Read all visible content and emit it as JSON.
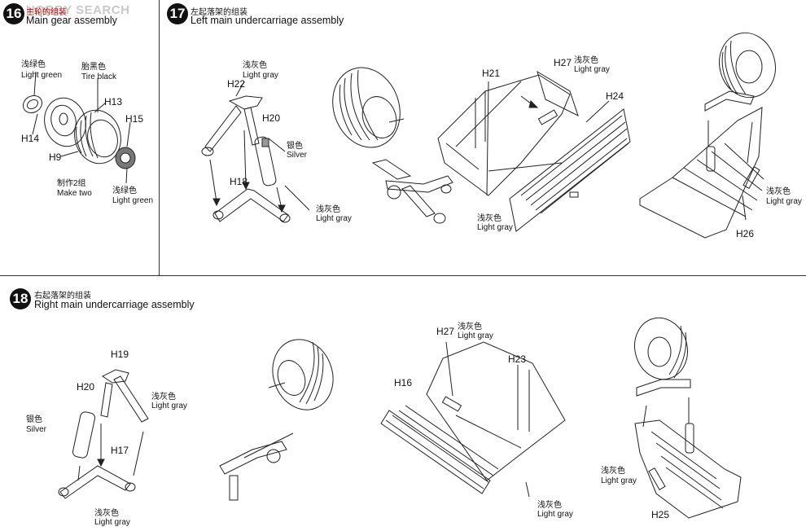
{
  "watermark": "HOBBY SEARCH",
  "steps": [
    {
      "number": "16",
      "title_cn": "主轮的组装",
      "title_en": "Main gear assembly",
      "labels": {
        "light_green_cn": "浅绿色",
        "light_green": "Light green",
        "tire_black_cn": "胎黑色",
        "tire_black": "Tire black",
        "light_green2_cn": "浅绿色",
        "light_green2": "Light green",
        "make_two_cn": "制作2组",
        "make_two": "Make two"
      },
      "parts": {
        "h13": "H13",
        "h14": "H14",
        "h15": "H15",
        "h9": "H9"
      }
    },
    {
      "number": "17",
      "title_cn": "左起落架的组装",
      "title_en": "Left main undercarriage assembly",
      "labels": {
        "light_gray_a_cn": "浅灰色",
        "light_gray_a": "Light gray",
        "silver_cn": "银色",
        "silver": "Silver",
        "light_gray_b_cn": "浅灰色",
        "light_gray_b": "Light gray",
        "light_gray_c_cn": "浅灰色",
        "light_gray_c": "Light gray",
        "light_gray_d_cn": "浅灰色",
        "light_gray_d": "Light gray",
        "light_gray_e_cn": "浅灰色",
        "light_gray_e": "Light gray"
      },
      "parts": {
        "h22": "H22",
        "h20": "H20",
        "h18": "H18",
        "h21": "H21",
        "h27": "H27",
        "h24": "H24",
        "h26": "H26"
      }
    },
    {
      "number": "18",
      "title_cn": "右起落架的组装",
      "title_en": "Right main undercarriage assembly",
      "labels": {
        "silver_cn": "银色",
        "silver": "Silver",
        "light_gray_a_cn": "浅灰色",
        "light_gray_a": "Light gray",
        "light_gray_b_cn": "浅灰色",
        "light_gray_b": "Light gray",
        "light_gray_c_cn": "浅灰色",
        "light_gray_c": "Light gray",
        "light_gray_d_cn": "浅灰色",
        "light_gray_d": "Light gray",
        "light_gray_e_cn": "浅灰色",
        "light_gray_e": "Light gray"
      },
      "parts": {
        "h19": "H19",
        "h20": "H20",
        "h17": "H17",
        "h27": "H27",
        "h23": "H23",
        "h16": "H16",
        "h25": "H25"
      }
    }
  ]
}
